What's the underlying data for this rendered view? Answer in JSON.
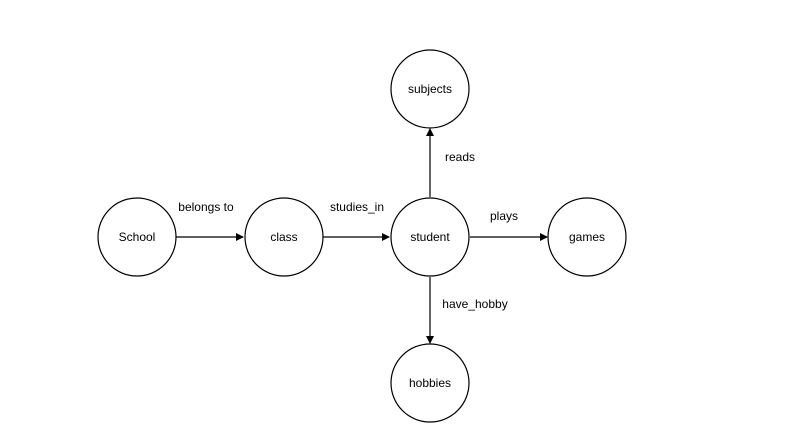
{
  "nodes": {
    "school": "School",
    "class": "class",
    "student": "student",
    "subjects": "subjects",
    "games": "games",
    "hobbies": "hobbies"
  },
  "edges": {
    "belongs_to": "belongs to",
    "studies_in": "studies_in",
    "plays": "plays",
    "reads": "reads",
    "have_hobby": "have_hobby"
  },
  "colors": {
    "stroke": "#000000",
    "fill": "#ffffff",
    "background": "#ffffff"
  }
}
